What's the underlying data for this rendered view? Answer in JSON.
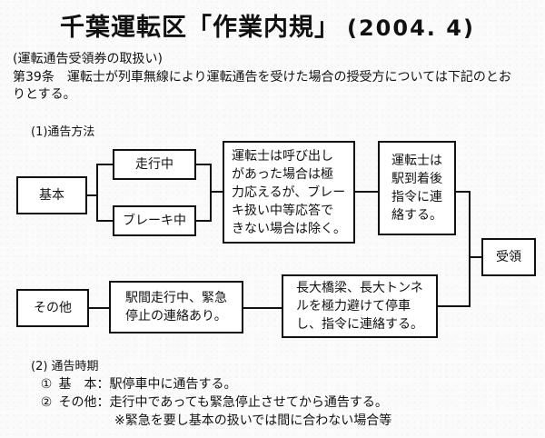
{
  "header": {
    "title": "千葉運転区「作業内規」",
    "date": "(2004. 4)"
  },
  "intro": {
    "heading": "(運転通告受領券の取扱い)",
    "article_line1": "第39条　運転士が列車無線により運転通告を受けた場合の授受方については下記のとお",
    "article_line2": "りとする。"
  },
  "section1": {
    "heading": "(1)通告方法"
  },
  "flow": {
    "kihon": "基本",
    "sonota": "その他",
    "running": "走行中",
    "braking": "ブレーキ中",
    "driver_call": "運転士は呼び出し\nがあった場合は極\n力応えるが、ブレー\nキ扱い中等応答で\nきない場合は除く。",
    "driver_station": "運転士は\n駅到着後\n指令に連\n絡する。",
    "receipt": "受領",
    "emergency": "駅間走行中、緊急\n停止の連絡あり。",
    "bridge_tunnel": "長大橋梁、長大トンネ\nルを極力避けて停車\nし、指令に連絡する。"
  },
  "section2": {
    "heading": "(2) 通告時期",
    "item1_mark": "①",
    "item1_label": "基　本",
    "item1_text": "：駅停車中に通告する。",
    "item2_mark": "②",
    "item2_label": "その他",
    "item2_text": "：走行中であっても緊急停止させてから通告する。",
    "note": "※緊急を要し基本の扱いでは間に合わない場合等"
  }
}
